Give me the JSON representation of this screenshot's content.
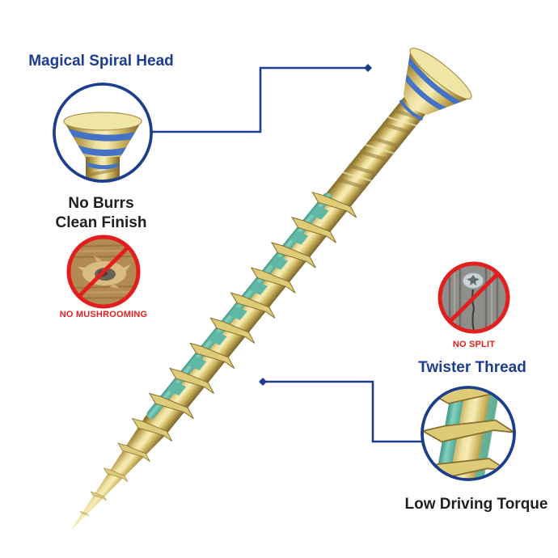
{
  "colors": {
    "navy": "#1d3d8f",
    "red": "#e31e1e",
    "text_black": "#1f1f1f",
    "bg": "#ffffff",
    "gold_light": "#f3e7ab",
    "gold_mid": "#cdb35c",
    "gold_dark": "#7c682a",
    "teal_coating": "#5fb8a5",
    "blue_stripe": "#4472c4",
    "wood_tan": "#b28a52",
    "wood_gray": "#8f8e8a"
  },
  "callouts": {
    "head_title": "Magical Spiral Head",
    "head_caption_line1": "No Burrs",
    "head_caption_line2": "Clean Finish",
    "no_mushrooming_label": "NO MUSHROOMING",
    "no_split_label": "NO SPLIT",
    "thread_title": "Twister Thread",
    "thread_caption": "Low Driving Torque"
  },
  "icons": {
    "no_mushrooming": "prohibition-circle-icon",
    "no_split": "prohibition-circle-icon",
    "head_zoom": "magnifier-circle",
    "thread_zoom": "magnifier-circle"
  }
}
